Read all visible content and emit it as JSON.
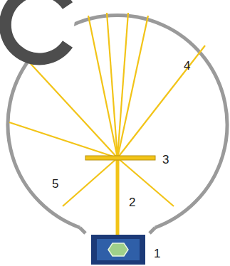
{
  "diagram": {
    "labels": [
      "4",
      "3",
      "5",
      "2",
      "1"
    ]
  }
}
